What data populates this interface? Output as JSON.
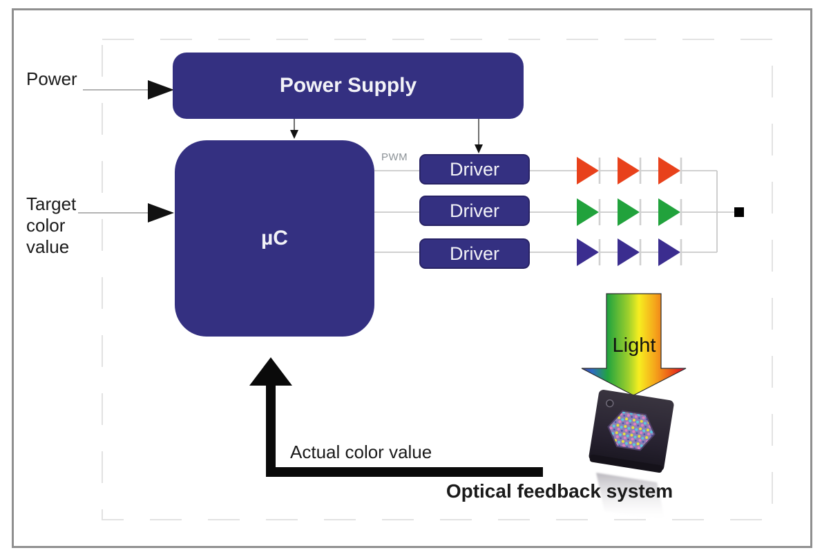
{
  "diagram": {
    "inputs": {
      "power_label": "Power",
      "target_color_label_lines": [
        "Target",
        "color",
        "value"
      ]
    },
    "blocks": {
      "power_supply": "Power Supply",
      "microcontroller": "µC",
      "drivers": [
        "Driver",
        "Driver",
        "Driver"
      ]
    },
    "signals": {
      "pwm_label": "PWM",
      "light_label": "Light",
      "feedback_label": "Actual color value"
    },
    "led_array": {
      "columns_per_row": 3,
      "rows": [
        {
          "name": "red"
        },
        {
          "name": "green"
        },
        {
          "name": "blue"
        }
      ]
    },
    "sensor": {
      "caption": "Optical feedback system"
    },
    "colors": {
      "block_fill": "#343081",
      "led_red": "#e8411b",
      "led_green": "#21a23c",
      "led_blue": "#3b2d8f",
      "wire_gray": "#c9c9c9",
      "cathode_bar": "#d0d0d0",
      "pwm_text": "#8b9196",
      "dashed_border": "#e2e2e2",
      "outer_border": "#8f8f8f",
      "feedback_arrow": "#0a0a0a"
    }
  }
}
